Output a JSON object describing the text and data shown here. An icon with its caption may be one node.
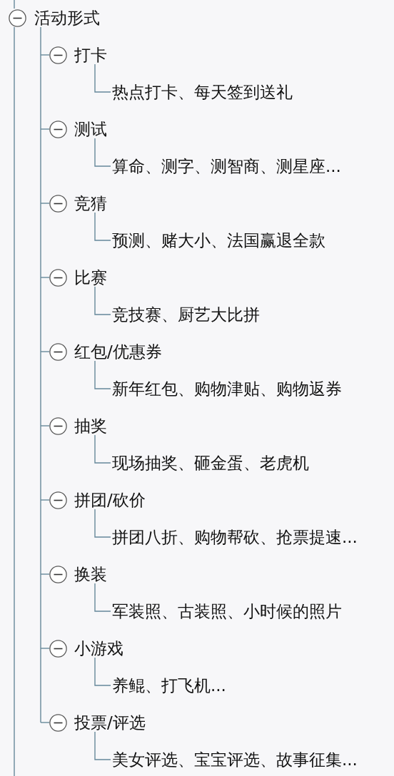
{
  "diagram": {
    "nodes": [
      {
        "text": [
          "活动形式"
        ]
      },
      {
        "text": [
          "打卡"
        ]
      },
      {
        "text": [
          "热点打卡、每天签到送礼"
        ]
      },
      {
        "text": [
          "测试"
        ]
      },
      {
        "text": [
          "算命、测字、测智商、测星座..."
        ]
      },
      {
        "text": [
          "竞猜"
        ]
      },
      {
        "text": [
          "预测、赌大小、法国赢退全款"
        ]
      },
      {
        "text": [
          "比赛"
        ]
      },
      {
        "text": [
          "竞技赛、厨艺大比拼"
        ]
      },
      {
        "text": [
          "红包/优惠券"
        ]
      },
      {
        "text": [
          "新年红包、购物津贴、购物返券"
        ]
      },
      {
        "text": [
          "抽奖"
        ]
      },
      {
        "text": [
          "现场抽奖、砸金蛋、老虎机"
        ]
      },
      {
        "text": [
          "拼团/砍价"
        ]
      },
      {
        "text": [
          "拼团八折、购物帮砍、抢票提速..."
        ]
      },
      {
        "text": [
          "换装"
        ]
      },
      {
        "text": [
          "军装照、古装照、小时候的照片"
        ]
      },
      {
        "text": [
          "小游戏"
        ]
      },
      {
        "text": [
          "养鲲、打飞机..."
        ]
      },
      {
        "text": [
          "投票/评选"
        ]
      },
      {
        "text": [
          "美女评选、宝宝评选、故事征集..."
        ]
      }
    ],
    "edges": [
      {
        "from": null,
        "to": 0,
        "arrow": "none"
      },
      {
        "from": 0,
        "to": null,
        "arrow": "none"
      },
      {
        "from": 0,
        "to": 1,
        "arrow": "none"
      },
      {
        "from": 1,
        "to": 2,
        "arrow": "none"
      },
      {
        "from": 0,
        "to": 3,
        "arrow": "none"
      },
      {
        "from": 3,
        "to": 4,
        "arrow": "none"
      },
      {
        "from": 0,
        "to": 5,
        "arrow": "none"
      },
      {
        "from": 5,
        "to": 6,
        "arrow": "none"
      },
      {
        "from": 0,
        "to": 7,
        "arrow": "none"
      },
      {
        "from": 7,
        "to": 8,
        "arrow": "none"
      },
      {
        "from": 0,
        "to": 9,
        "arrow": "none"
      },
      {
        "from": 9,
        "to": 10,
        "arrow": "none"
      },
      {
        "from": 0,
        "to": 11,
        "arrow": "none"
      },
      {
        "from": 11,
        "to": 12,
        "arrow": "none"
      },
      {
        "from": 0,
        "to": 13,
        "arrow": "none"
      },
      {
        "from": 13,
        "to": 14,
        "arrow": "none"
      },
      {
        "from": 0,
        "to": 15,
        "arrow": "none"
      },
      {
        "from": 15,
        "to": 16,
        "arrow": "none"
      },
      {
        "from": 0,
        "to": 17,
        "arrow": "none"
      },
      {
        "from": 17,
        "to": 18,
        "arrow": "none"
      },
      {
        "from": 0,
        "to": 19,
        "arrow": "none"
      },
      {
        "from": 19,
        "to": 20,
        "arrow": "none"
      }
    ]
  }
}
